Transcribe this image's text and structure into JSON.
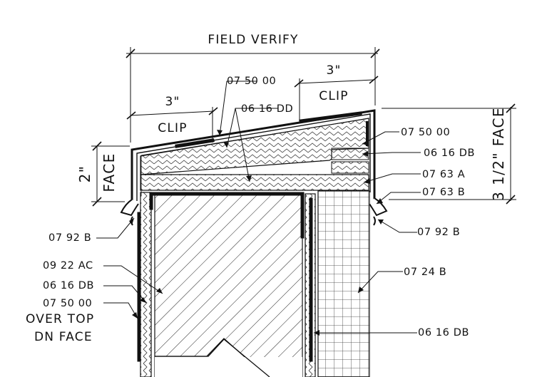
{
  "dimensions": {
    "overall": "FIELD VERIFY",
    "left_clip_value": "3\"",
    "left_clip_text": "CLIP",
    "right_clip_value": "3\"",
    "right_clip_text": "CLIP",
    "left_face_value": "2\"",
    "left_face_text": "FACE",
    "right_face": "3 1/2\" FACE"
  },
  "callouts": {
    "top_membrane": "07 50 00",
    "top_blocking": "06 16 DD",
    "right_membrane": "07 50 00",
    "right_blocking": "06 16 DB",
    "right_cap_a": "07 63 A",
    "right_cap_b": "07 63 B",
    "right_sealant": "07 92 B",
    "right_panel": "07 24 B",
    "right_sheathing": "06 16 DB",
    "left_sealant": "07 92 B",
    "left_board": "09 22 AC",
    "left_sheathing": "06 16 DB",
    "left_membrane": "07 50 00",
    "left_note_1": "OVER TOP",
    "left_note_2": "DN FACE"
  }
}
